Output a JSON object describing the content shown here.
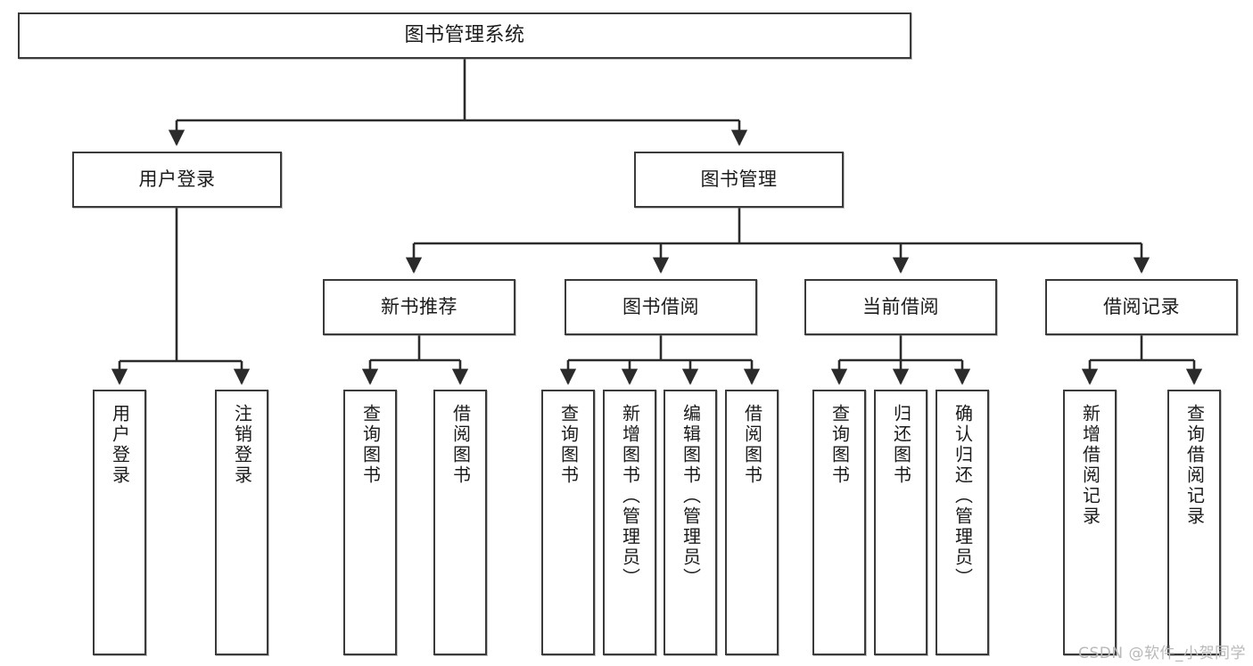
{
  "diagram": {
    "type": "tree",
    "title": "图书管理系统",
    "colors": {
      "border": "#3a3a3a",
      "text": "#1b1b1b",
      "background": "#ffffff",
      "edge": "#2b2b2b",
      "watermark": "#b9b9b9"
    },
    "nodes": {
      "root": {
        "label": "图书管理系统"
      },
      "level2": [
        {
          "id": "user-login",
          "label": "用户登录"
        },
        {
          "id": "book-manage",
          "label": "图书管理"
        }
      ],
      "level3": [
        {
          "id": "new-book-rec",
          "label": "新书推荐"
        },
        {
          "id": "book-borrow",
          "label": "图书借阅"
        },
        {
          "id": "current-borrow",
          "label": "当前借阅"
        },
        {
          "id": "borrow-record",
          "label": "借阅记录"
        }
      ],
      "leaves": {
        "user-login": [
          {
            "id": "leaf-user-login",
            "label": "用户登录"
          },
          {
            "id": "leaf-logout",
            "label": "注销登录"
          }
        ],
        "new-book-rec": [
          {
            "id": "leaf-query-book-1",
            "label": "查询图书"
          },
          {
            "id": "leaf-borrow-book-1",
            "label": "借阅图书"
          }
        ],
        "book-borrow": [
          {
            "id": "leaf-query-book-2",
            "label": "查询图书"
          },
          {
            "id": "leaf-add-book",
            "label": "新增图书（管理员）"
          },
          {
            "id": "leaf-edit-book",
            "label": "编辑图书（管理员）"
          },
          {
            "id": "leaf-borrow-book-2",
            "label": "借阅图书"
          }
        ],
        "current-borrow": [
          {
            "id": "leaf-query-book-3",
            "label": "查询图书"
          },
          {
            "id": "leaf-return-book",
            "label": "归还图书"
          },
          {
            "id": "leaf-confirm-return",
            "label": "确认归还（管理员）"
          }
        ],
        "borrow-record": [
          {
            "id": "leaf-add-record",
            "label": "新增借阅记录"
          },
          {
            "id": "leaf-query-record",
            "label": "查询借阅记录"
          }
        ]
      }
    }
  },
  "watermark": {
    "text": "CSDN @软件_小贺同学"
  }
}
